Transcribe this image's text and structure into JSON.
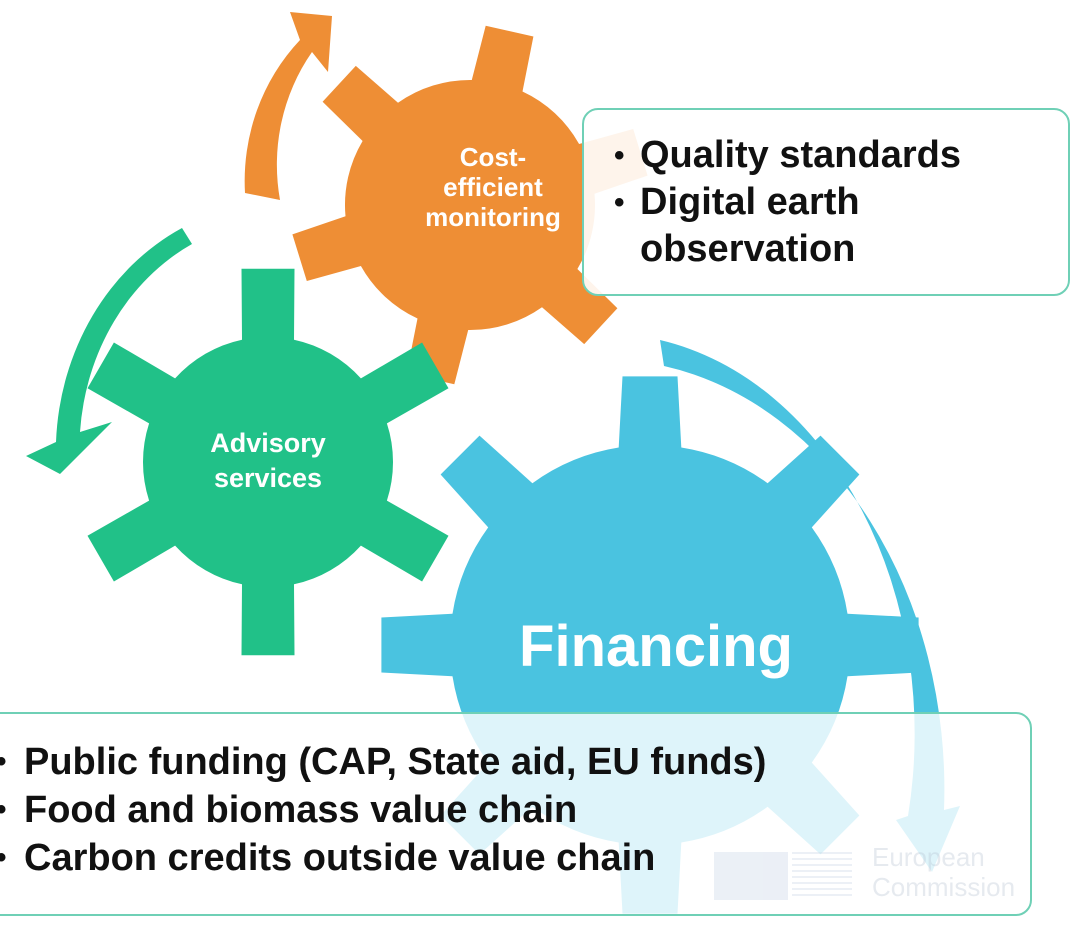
{
  "gears": [
    {
      "label": "Cost-efficient monitoring",
      "lines": [
        "Cost-",
        "efficient",
        "monitoring"
      ],
      "color": "#ee8e35"
    },
    {
      "label": "Advisory services",
      "lines": [
        "Advisory",
        "services"
      ],
      "color": "#21c188"
    },
    {
      "label": "Financing",
      "lines": [
        "Financing"
      ],
      "color": "#4ac3e0"
    }
  ],
  "arrows": [
    {
      "color": "#ee8e35"
    },
    {
      "color": "#21c188"
    },
    {
      "color": "#4ac3e0"
    }
  ],
  "quality_box": {
    "items": [
      "Quality standards",
      "Digital earth observation"
    ],
    "border_color": "#6fd0b6"
  },
  "funding_box": {
    "items": [
      "Public funding (CAP, State aid, EU funds)",
      "Food and biomass value chain",
      "Carbon credits outside value chain"
    ]
  },
  "logo": {
    "lines": [
      "European",
      "Commission"
    ]
  }
}
